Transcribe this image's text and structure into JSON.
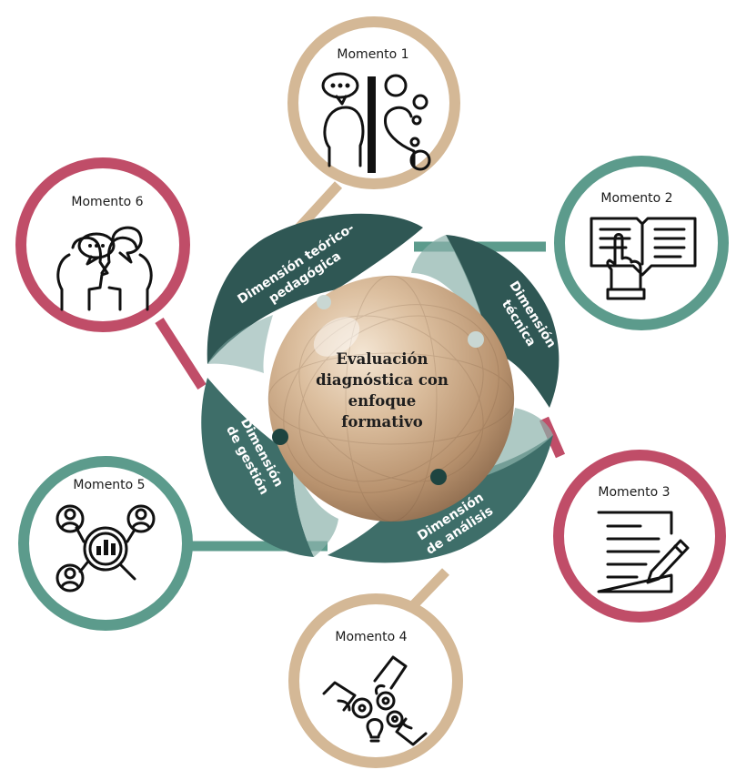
{
  "center": {
    "lines": [
      "Evaluación",
      "diagnóstica con",
      "enfoque",
      "formativo"
    ]
  },
  "moments": [
    {
      "label": "Momento 1",
      "color": "#d4b896",
      "icon": "people-dialogue-divider-icon"
    },
    {
      "label": "Momento 2",
      "color": "#5c9b8c",
      "icon": "open-book-hand-icon"
    },
    {
      "label": "Momento 3",
      "color": "#c04d68",
      "icon": "document-pencil-icon"
    },
    {
      "label": "Momento 4",
      "color": "#d4b896",
      "icon": "hands-gears-bulb-icon"
    },
    {
      "label": "Momento 5",
      "color": "#5c9b8c",
      "icon": "people-analysis-magnifier-icon"
    },
    {
      "label": "Momento 6",
      "color": "#c04d68",
      "icon": "two-heads-speech-icon"
    }
  ],
  "dimensions": [
    {
      "lines": [
        "Dimensión teórico-",
        "pedagógica"
      ],
      "color": "#2f5754"
    },
    {
      "lines": [
        "Dimensión",
        "técnica"
      ],
      "color": "#2f5754"
    },
    {
      "lines": [
        "Dimensión",
        "de análisis"
      ],
      "color": "#3e6e69"
    },
    {
      "lines": [
        "Dimensión",
        "de gestión"
      ],
      "color": "#3e6e69"
    }
  ]
}
